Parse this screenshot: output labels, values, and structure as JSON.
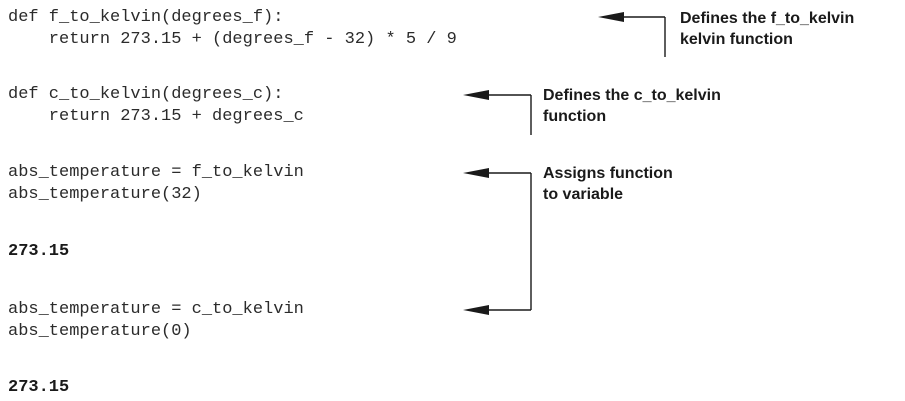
{
  "code_blocks": [
    {
      "lines": [
        "def f_to_kelvin(degrees_f):",
        "    return 273.15 + (degrees_f - 32) * 5 / 9"
      ]
    },
    {
      "lines": [
        "def c_to_kelvin(degrees_c):",
        "    return 273.15 + degrees_c"
      ]
    },
    {
      "lines": [
        "abs_temperature = f_to_kelvin",
        "abs_temperature(32)"
      ]
    },
    {
      "lines": [
        "abs_temperature = c_to_kelvin",
        "abs_temperature(0)"
      ]
    }
  ],
  "outputs": [
    "273.15",
    "273.15"
  ],
  "annotations": [
    {
      "lines": [
        "Defines the f_to_kelvin",
        "kelvin function"
      ]
    },
    {
      "lines": [
        "Defines the c_to_kelvin",
        "function"
      ]
    },
    {
      "lines": [
        "Assigns function",
        "to variable"
      ]
    }
  ],
  "colors": {
    "code_text": "#2b2b2b",
    "annotation_text": "#1a1a1a",
    "arrow": "#1a1a1a"
  }
}
